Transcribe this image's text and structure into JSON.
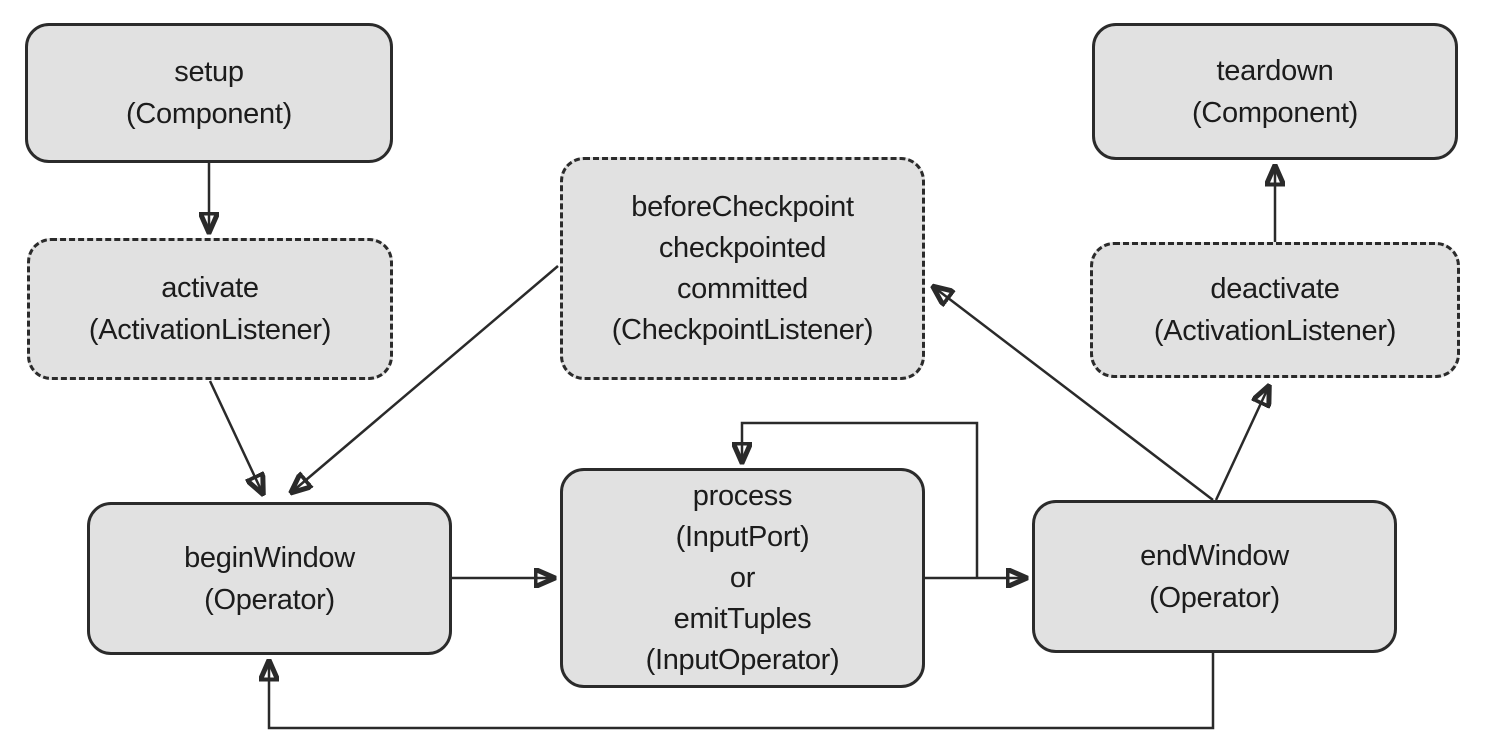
{
  "colors": {
    "background": "#ffffff",
    "node_fill": "#e1e1e1",
    "node_border": "#2b2b2b",
    "connector": "#2a2a2a",
    "text": "#1c1c1c"
  },
  "nodes": {
    "setup": {
      "label": "setup\n(Component)",
      "border": "solid"
    },
    "activate": {
      "label": "activate\n(ActivationListener)",
      "border": "dashed"
    },
    "checkpoint": {
      "label": "beforeCheckpoint\ncheckpointed\ncommitted\n(CheckpointListener)",
      "border": "dashed"
    },
    "begin_window": {
      "label": "beginWindow\n(Operator)",
      "border": "solid"
    },
    "process": {
      "label": "process\n(InputPort)\nor\nemitTuples\n(InputOperator)",
      "border": "solid"
    },
    "end_window": {
      "label": "endWindow\n(Operator)",
      "border": "solid"
    },
    "deactivate": {
      "label": "deactivate\n(ActivationListener)",
      "border": "dashed"
    },
    "teardown": {
      "label": "teardown\n(Component)",
      "border": "solid"
    }
  },
  "edges": [
    {
      "from": "setup",
      "to": "activate"
    },
    {
      "from": "activate",
      "to": "begin_window"
    },
    {
      "from": "checkpoint",
      "to": "begin_window"
    },
    {
      "from": "begin_window",
      "to": "process"
    },
    {
      "from": "process",
      "to": "process",
      "note": "self-loop"
    },
    {
      "from": "process",
      "to": "end_window"
    },
    {
      "from": "end_window",
      "to": "checkpoint"
    },
    {
      "from": "end_window",
      "to": "deactivate"
    },
    {
      "from": "end_window",
      "to": "begin_window",
      "note": "bottom loop"
    },
    {
      "from": "deactivate",
      "to": "teardown"
    }
  ]
}
